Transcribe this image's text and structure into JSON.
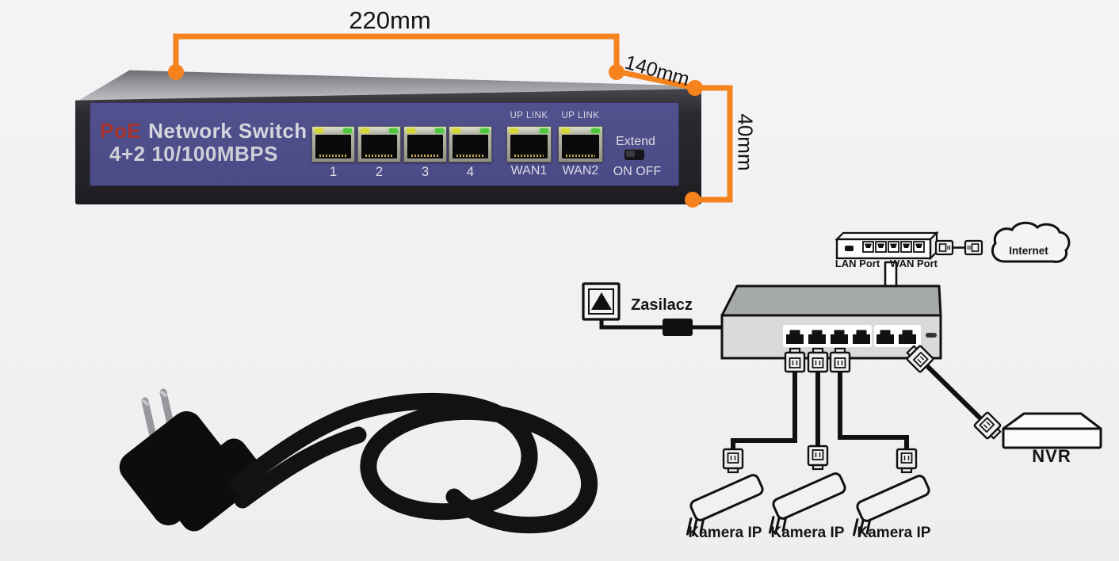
{
  "dimensions": {
    "width": "220mm",
    "depth": "140mm",
    "height": "40mm"
  },
  "switch_panel": {
    "brand": "PoE",
    "title": "Network Switch",
    "subtitle": "4+2 10/100MBPS",
    "port_numbers": [
      "1",
      "2",
      "3",
      "4"
    ],
    "uplink_labels": [
      "UP LINK",
      "UP LINK"
    ],
    "wan_labels": [
      "WAN1",
      "WAN2"
    ],
    "extend_label": "Extend",
    "onoff_label": "ON OFF"
  },
  "diagram": {
    "router": {
      "lan_label": "LAN Port",
      "wan_label": "WAN Port"
    },
    "internet_label": "Internet",
    "power_label": "Zasilacz",
    "nvr_label": "NVR",
    "camera_labels": [
      "Kamera IP",
      "Kamera IP",
      "Kamera IP"
    ]
  },
  "colors": {
    "accent_orange": "#f6821e",
    "panel_navy": "#4a4a87",
    "poe_red": "#a6322c",
    "led_yellow": "#d6d832",
    "led_green": "#4ec63a",
    "diagram_line": "#111111"
  }
}
